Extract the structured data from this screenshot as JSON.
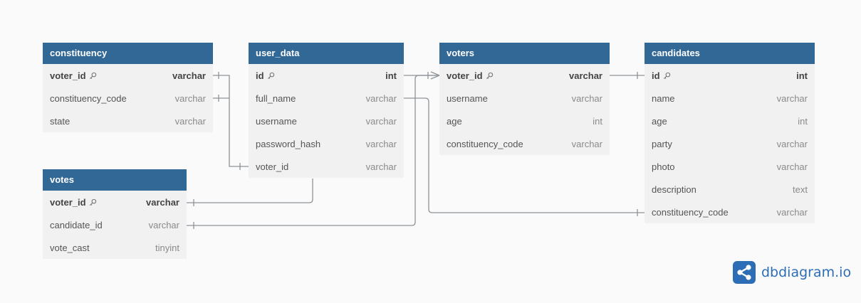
{
  "tables": {
    "constituency": {
      "name": "constituency",
      "fields": [
        {
          "name": "voter_id",
          "type": "varchar",
          "pk": true
        },
        {
          "name": "constituency_code",
          "type": "varchar",
          "pk": false
        },
        {
          "name": "state",
          "type": "varchar",
          "pk": false
        }
      ]
    },
    "user_data": {
      "name": "user_data",
      "fields": [
        {
          "name": "id",
          "type": "int",
          "pk": true
        },
        {
          "name": "full_name",
          "type": "varchar",
          "pk": false
        },
        {
          "name": "username",
          "type": "varchar",
          "pk": false
        },
        {
          "name": "password_hash",
          "type": "varchar",
          "pk": false
        },
        {
          "name": "voter_id",
          "type": "varchar",
          "pk": false
        }
      ]
    },
    "voters": {
      "name": "voters",
      "fields": [
        {
          "name": "voter_id",
          "type": "varchar",
          "pk": true
        },
        {
          "name": "username",
          "type": "varchar",
          "pk": false
        },
        {
          "name": "age",
          "type": "int",
          "pk": false
        },
        {
          "name": "constituency_code",
          "type": "varchar",
          "pk": false
        }
      ]
    },
    "candidates": {
      "name": "candidates",
      "fields": [
        {
          "name": "id",
          "type": "int",
          "pk": true
        },
        {
          "name": "name",
          "type": "varchar",
          "pk": false
        },
        {
          "name": "age",
          "type": "int",
          "pk": false
        },
        {
          "name": "party",
          "type": "varchar",
          "pk": false
        },
        {
          "name": "photo",
          "type": "varchar",
          "pk": false
        },
        {
          "name": "description",
          "type": "text",
          "pk": false
        },
        {
          "name": "constituency_code",
          "type": "varchar",
          "pk": false
        }
      ]
    },
    "votes": {
      "name": "votes",
      "fields": [
        {
          "name": "voter_id",
          "type": "varchar",
          "pk": true
        },
        {
          "name": "candidate_id",
          "type": "varchar",
          "pk": false
        },
        {
          "name": "vote_cast",
          "type": "tinyint",
          "pk": false
        }
      ]
    }
  },
  "brand": {
    "text": "dbdiagram.io"
  },
  "colors": {
    "header": "#316896",
    "line": "#8e9399",
    "brand": "#2d6db5"
  }
}
